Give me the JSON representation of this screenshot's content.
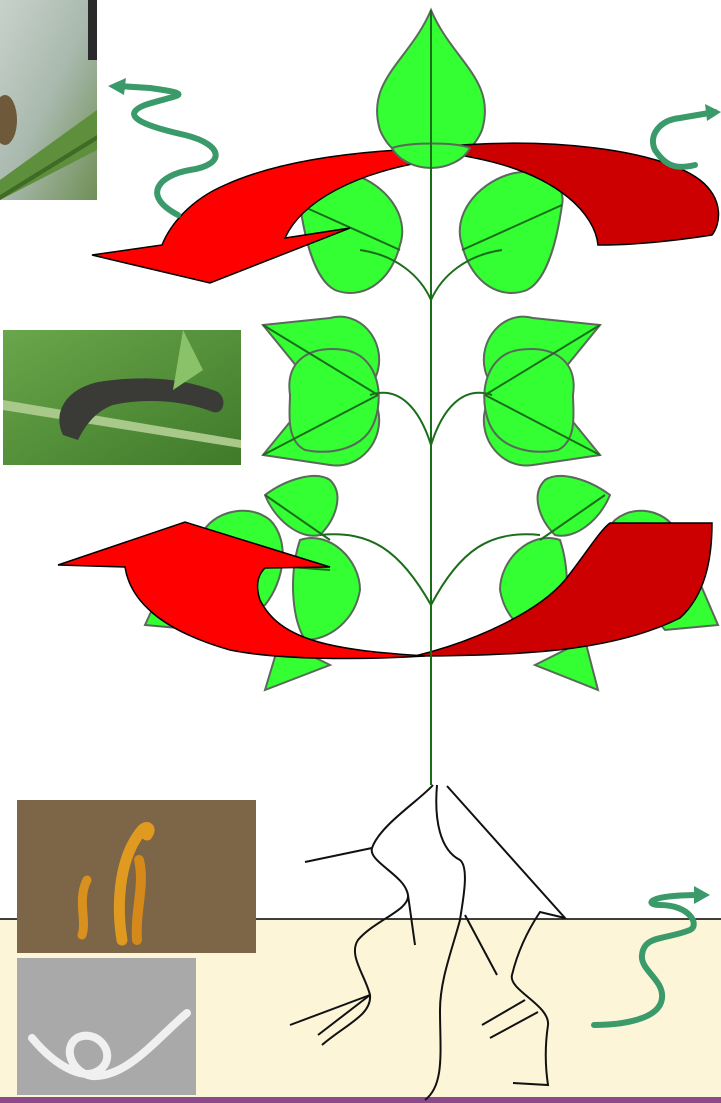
{
  "diagram": {
    "elements": {
      "plant": "green-plant",
      "arrows": [
        "red-curved-arrow-upper",
        "red-curved-arrow-lower"
      ],
      "signals": [
        "green-wavy-arrow-top-left",
        "green-wavy-arrow-top-right",
        "green-wavy-arrow-soil"
      ],
      "photos": [
        "insect-on-leaf-photo",
        "caterpillar-photo",
        "wireworm-larvae-photo",
        "nematode-micrograph-photo"
      ]
    },
    "colors": {
      "leaf_fill": "#33ff33",
      "leaf_stroke": "#5a6a5a",
      "stem": "#1a6e1a",
      "arrow_light": "#ff0000",
      "arrow_dark": "#cc0000",
      "signal": "#3a9a6a",
      "soil": "#fdf5d8",
      "root": "#111111",
      "bottom_band": "#8a4a8a"
    }
  }
}
